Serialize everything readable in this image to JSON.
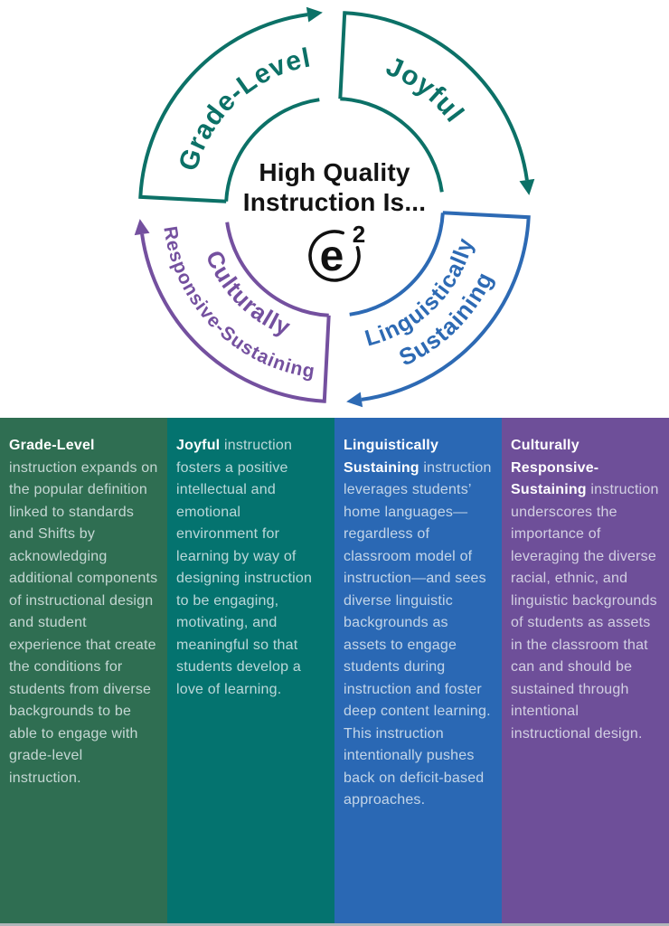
{
  "diagram": {
    "center_title_line1": "High Quality",
    "center_title_line2": "Instruction Is...",
    "logo": {
      "letter": "e",
      "superscript": "2"
    },
    "segments": [
      {
        "id": "grade-level",
        "label_line1": "Grade-Level",
        "label_line2": "",
        "color": "#0C7167"
      },
      {
        "id": "joyful",
        "label_line1": "Joyful",
        "label_line2": "",
        "color": "#0C7167"
      },
      {
        "id": "linguistically-sustaining",
        "label_line1": "Linguistically",
        "label_line2": "Sustaining",
        "color": "#2D6AB4"
      },
      {
        "id": "culturally-responsive-sustaining",
        "label_line1": "Culturally",
        "label_line2": "Responsive-Sustaining",
        "color": "#74509F"
      }
    ]
  },
  "columns": [
    {
      "heading": "Grade-Level",
      "body": " instruction expands on the popular definition linked to standards and Shifts by acknowledging additional components of instructional design and student experience that create the conditions for students from diverse backgrounds to be able to engage with grade-level instruction.",
      "bg": "#2F6E52"
    },
    {
      "heading": "Joyful",
      "body": " instruction fosters a positive intellectual and emotional environment for learning by way of designing instruction to be engaging, motivating, and meaningful so that students develop a love of learning.",
      "bg": "#04736F"
    },
    {
      "heading": "Linguistically Sustaining",
      "body": " instruction leverages students’ home languages—regardless of classroom model of instruction—and sees diverse linguistic backgrounds as assets to engage students during instruction and foster deep content learning. This instruction intentionally pushes back on deficit-based approaches.",
      "bg": "#2A68B4"
    },
    {
      "heading": "Culturally Responsive-Sustaining",
      "body": " instruction underscores the importance of leveraging the diverse racial, ethnic, and linguistic backgrounds of students as assets in the classroom that can and should be sustained through intentional instructional design.",
      "bg": "#6E4F99"
    }
  ]
}
